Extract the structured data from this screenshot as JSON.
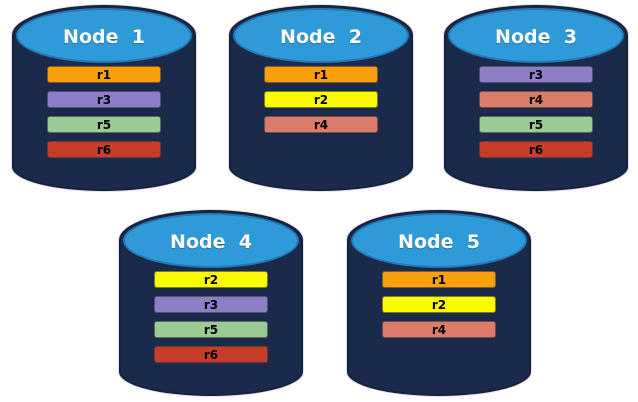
{
  "diagram_title": "",
  "colors": {
    "cylinder_body": "#1B2A4B",
    "cylinder_body_border": "#15223F",
    "cylinder_top": "#2E9BD8",
    "cylinder_top_border": "#2179B8",
    "title_text": "#FFFFFF",
    "bar_text": "#000000",
    "replicas": {
      "r1": "#F9A00C",
      "r2": "#FBFB00",
      "r3": "#8C7FC8",
      "r4": "#DA7C69",
      "r5": "#9ACB94",
      "r6": "#C73E28"
    }
  },
  "nodes": [
    {
      "label": "Node  1",
      "replicas": [
        "r1",
        "r3",
        "r5",
        "r6"
      ]
    },
    {
      "label": "Node  2",
      "replicas": [
        "r1",
        "r2",
        "r4"
      ]
    },
    {
      "label": "Node  3",
      "replicas": [
        "r3",
        "r4",
        "r5",
        "r6"
      ]
    },
    {
      "label": "Node  4",
      "replicas": [
        "r2",
        "r3",
        "r5",
        "r6"
      ]
    },
    {
      "label": "Node  5",
      "replicas": [
        "r1",
        "r2",
        "r4"
      ]
    }
  ]
}
